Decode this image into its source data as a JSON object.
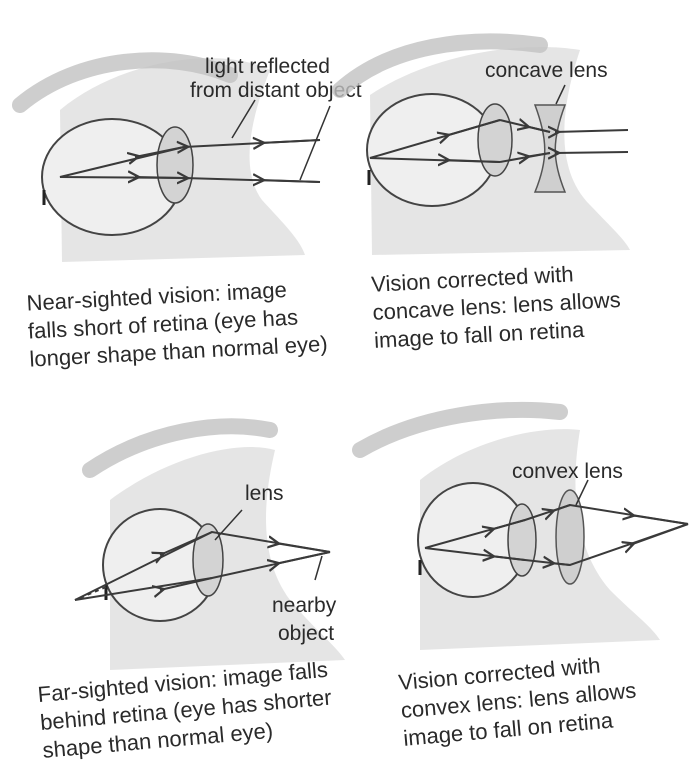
{
  "panels": {
    "nearsighted": {
      "label_light": [
        "light reflected",
        "from distant object"
      ],
      "caption": [
        "Near-sighted vision: image",
        "falls short of retina (eye has",
        "longer shape than normal eye)"
      ]
    },
    "concave_corrected": {
      "label_lens": "concave lens",
      "caption": [
        "Vision corrected with",
        "concave lens: lens allows",
        "image to fall on retina"
      ]
    },
    "farsighted": {
      "label_lens": "lens",
      "label_object": [
        "nearby",
        "object"
      ],
      "caption": [
        "Far-sighted vision: image falls",
        "behind retina (eye has shorter",
        "shape than normal eye)"
      ]
    },
    "convex_corrected": {
      "label_lens": "convex lens",
      "caption": [
        "Vision corrected with",
        "convex lens: lens allows",
        "image to fall on retina"
      ]
    }
  },
  "colors": {
    "face_shadow": "#d9d9d9",
    "brow": "#bdbdbd",
    "eye_fill": "#eeeeee",
    "lens_fill": "#cfcfcf",
    "ray": "#3a3a3a"
  }
}
